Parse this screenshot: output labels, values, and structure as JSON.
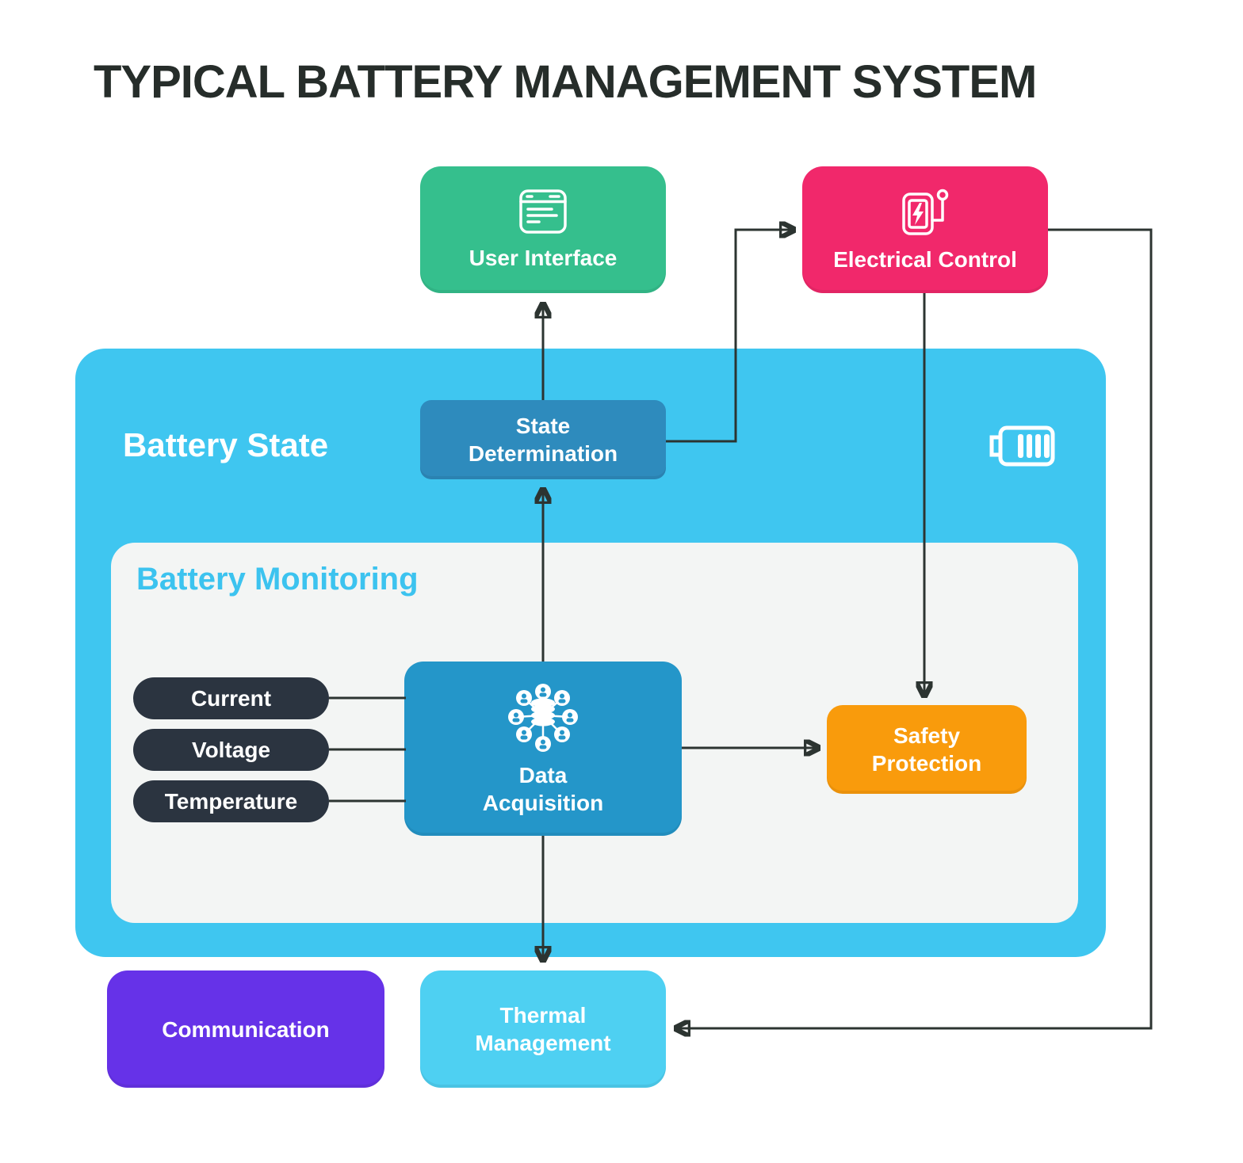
{
  "title": "TYPICAL BATTERY MANAGEMENT SYSTEM",
  "nodes": {
    "user_interface": "User Interface",
    "electrical_control": "Electrical Control",
    "battery_state": "Battery State",
    "state_determination": "State Determination",
    "battery_monitoring": "Battery Monitoring",
    "current": "Current",
    "voltage": "Voltage",
    "temperature": "Temperature",
    "data_acquisition": "Data Acquisition",
    "safety_protection": "Safety Protection",
    "communication": "Communication",
    "thermal_management": "Thermal Management"
  },
  "icons": {
    "user_interface": "browser-window-icon",
    "electrical_control": "device-with-bolt-and-lever-icon",
    "battery_state": "battery-level-icon",
    "data_acquisition": "database-network-hub-icon"
  },
  "colors": {
    "title_text": "#262d2a",
    "connector": "#2c3431",
    "user_interface": "#35bf8d",
    "electrical_control": "#f1286b",
    "battery_state_panel": "#3fc6f0",
    "state_determination": "#2e8bbd",
    "battery_monitoring_panel": "#f3f5f4",
    "battery_monitoring_label": "#3cc3ef",
    "sensor_pill": "#2b3440",
    "data_acquisition": "#2496c9",
    "safety_protection": "#f99b0c",
    "communication": "#6632e8",
    "thermal_management": "#4ed0f2"
  },
  "connections": [
    {
      "from": "State Determination",
      "to": "User Interface",
      "arrow": true
    },
    {
      "from": "State Determination",
      "to": "Electrical Control",
      "arrow": true
    },
    {
      "from": "Data Acquisition",
      "to": "State Determination",
      "arrow": true
    },
    {
      "from": "Electrical Control",
      "to": "Safety Protection",
      "arrow": true
    },
    {
      "from": "Electrical Control",
      "to": "Thermal Management",
      "arrow": true
    },
    {
      "from": "Data Acquisition",
      "to": "Safety Protection",
      "arrow": true
    },
    {
      "from": "Data Acquisition",
      "to": "Thermal Management",
      "arrow": true
    },
    {
      "from": "Current",
      "to": "Data Acquisition",
      "arrow": false
    },
    {
      "from": "Voltage",
      "to": "Data Acquisition",
      "arrow": false
    },
    {
      "from": "Temperature",
      "to": "Data Acquisition",
      "arrow": false
    }
  ]
}
